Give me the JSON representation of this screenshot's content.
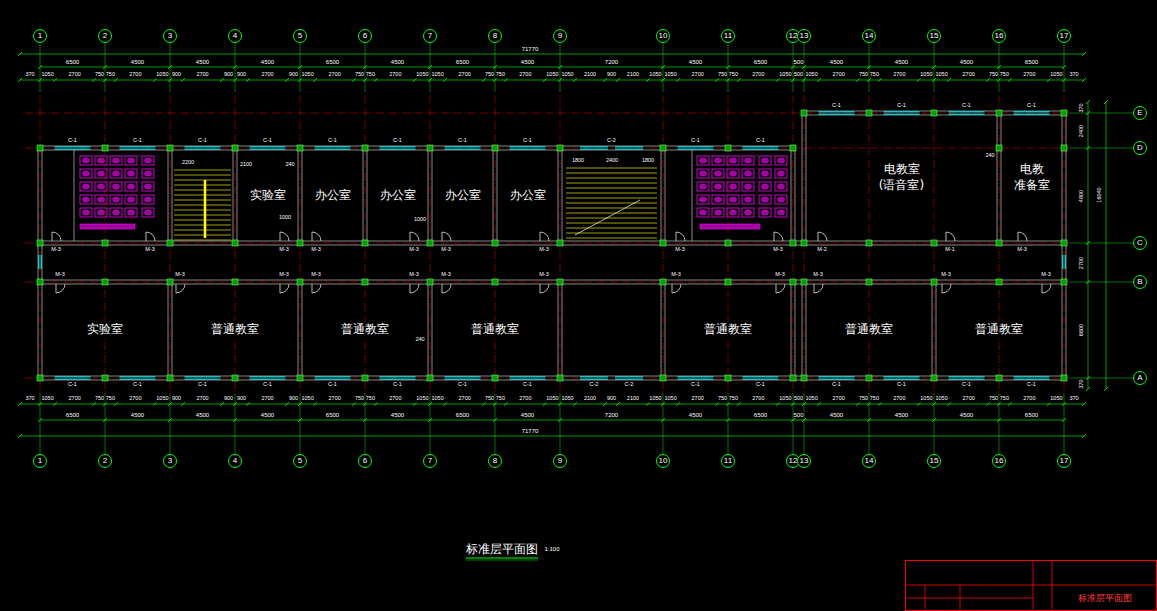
{
  "diagram": {
    "title": "标准层平面图",
    "nodes": [
      {
        "text": [
          "1"
        ]
      },
      {
        "text": [
          "2"
        ]
      },
      {
        "text": [
          "3"
        ]
      },
      {
        "text": [
          "4"
        ]
      },
      {
        "text": [
          "5"
        ]
      },
      {
        "text": [
          "6"
        ]
      },
      {
        "text": [
          "7"
        ]
      },
      {
        "text": [
          "8"
        ]
      },
      {
        "text": [
          "9"
        ]
      },
      {
        "text": [
          "10"
        ]
      },
      {
        "text": [
          "11"
        ]
      },
      {
        "text": [
          "12"
        ]
      },
      {
        "text": [
          "13"
        ]
      },
      {
        "text": [
          "14"
        ]
      },
      {
        "text": [
          "15"
        ]
      },
      {
        "text": [
          "16"
        ]
      },
      {
        "text": [
          "17"
        ]
      },
      {
        "text": [
          "E"
        ]
      },
      {
        "text": [
          "D"
        ]
      },
      {
        "text": [
          "C"
        ]
      },
      {
        "text": [
          "B"
        ]
      },
      {
        "text": [
          "A"
        ]
      },
      {
        "text": [
          "实验室"
        ]
      },
      {
        "text": [
          "办公室"
        ]
      },
      {
        "text": [
          "办公室"
        ]
      },
      {
        "text": [
          "办公室"
        ]
      },
      {
        "text": [
          "办公室"
        ]
      },
      {
        "text": [
          "电教室 (语音室)"
        ]
      },
      {
        "text": [
          "电教 准备室"
        ]
      },
      {
        "text": [
          "实验室"
        ]
      },
      {
        "text": [
          "普通教室"
        ]
      },
      {
        "text": [
          "普通教室"
        ]
      },
      {
        "text": [
          "普通教室"
        ]
      },
      {
        "text": [
          "普通教室"
        ]
      },
      {
        "text": [
          "普通教室"
        ]
      },
      {
        "text": [
          "普通教室"
        ]
      },
      {
        "text": [
          "1"
        ]
      },
      {
        "text": [
          "2"
        ]
      },
      {
        "text": [
          "3"
        ]
      },
      {
        "text": [
          "4"
        ]
      },
      {
        "text": [
          "5"
        ]
      },
      {
        "text": [
          "6"
        ]
      },
      {
        "text": [
          "7"
        ]
      },
      {
        "text": [
          "8"
        ]
      },
      {
        "text": [
          "9"
        ]
      },
      {
        "text": [
          "10"
        ]
      },
      {
        "text": [
          "11"
        ]
      },
      {
        "text": [
          "12"
        ]
      },
      {
        "text": [
          "13"
        ]
      },
      {
        "text": [
          "14"
        ]
      },
      {
        "text": [
          "15"
        ]
      },
      {
        "text": [
          "16"
        ]
      },
      {
        "text": [
          "17"
        ]
      },
      {
        "text": [
          "标准层平面图"
        ]
      }
    ],
    "labels": [
      "71770",
      "6500",
      "4500",
      "4500",
      "4500",
      "6500",
      "4500",
      "6500",
      "4500",
      "7200",
      "4500",
      "6500",
      "500",
      "4500",
      "4500",
      "4500",
      "6500",
      "370",
      "1050",
      "2700",
      "750",
      "750",
      "2700",
      "1050",
      "900",
      "2700",
      "900",
      "900",
      "2700",
      "900",
      "1050",
      "2700",
      "750",
      "750",
      "2700",
      "1050",
      "1050",
      "2700",
      "750",
      "750",
      "2700",
      "1050",
      "1050",
      "2100",
      "900",
      "2100",
      "1050",
      "1050",
      "2700",
      "750",
      "750",
      "2700",
      "1050",
      "500",
      "1050",
      "2700",
      "750",
      "750",
      "2700",
      "1050",
      "1050",
      "2700",
      "750",
      "750",
      "2700",
      "1050",
      "370",
      "C-1",
      "C-1",
      "C-1",
      "C-1",
      "C-1",
      "C-1",
      "C-1",
      "C-1",
      "C-2",
      "C-1",
      "C-1",
      "C-1",
      "C-1",
      "C-1",
      "C-1",
      "M-3",
      "M-3",
      "M-3",
      "M-3",
      "M-3",
      "M-3",
      "M-3",
      "M-3",
      "M-3",
      "M-2",
      "M-1",
      "M-3",
      "M-3",
      "M-3",
      "M-3",
      "M-3",
      "M-3",
      "M-3",
      "M-3",
      "M-3",
      "M-3",
      "M-3",
      "M-3",
      "M-3",
      "2200",
      "2100",
      "1800",
      "2400",
      "1800",
      "240",
      "240",
      "240",
      "1000",
      "1000",
      "370",
      "2400",
      "4800",
      "2700",
      "6600",
      "370",
      "16040",
      "C-1",
      "C-1",
      "C-1",
      "C-1",
      "C-1",
      "C-1",
      "C-1",
      "C-1",
      "C-2",
      "C-2",
      "C-1",
      "C-1",
      "C-1",
      "C-1",
      "C-1",
      "C-1",
      "370",
      "1050",
      "2700",
      "750",
      "750",
      "2700",
      "1050",
      "900",
      "2700",
      "900",
      "900",
      "2700",
      "900",
      "1050",
      "2700",
      "750",
      "750",
      "2700",
      "1050",
      "1050",
      "2700",
      "750",
      "750",
      "2700",
      "1050",
      "1050",
      "2100",
      "900",
      "2100",
      "1050",
      "1050",
      "2700",
      "750",
      "750",
      "2700",
      "1050",
      "500",
      "1050",
      "2700",
      "750",
      "750",
      "2700",
      "1050",
      "1050",
      "2700",
      "750",
      "750",
      "2700",
      "1050",
      "370",
      "6500",
      "4500",
      "4500",
      "4500",
      "6500",
      "4500",
      "6500",
      "4500",
      "7200",
      "4500",
      "6500",
      "500",
      "4500",
      "4500",
      "4500",
      "6500",
      "71770",
      "1:100"
    ]
  }
}
